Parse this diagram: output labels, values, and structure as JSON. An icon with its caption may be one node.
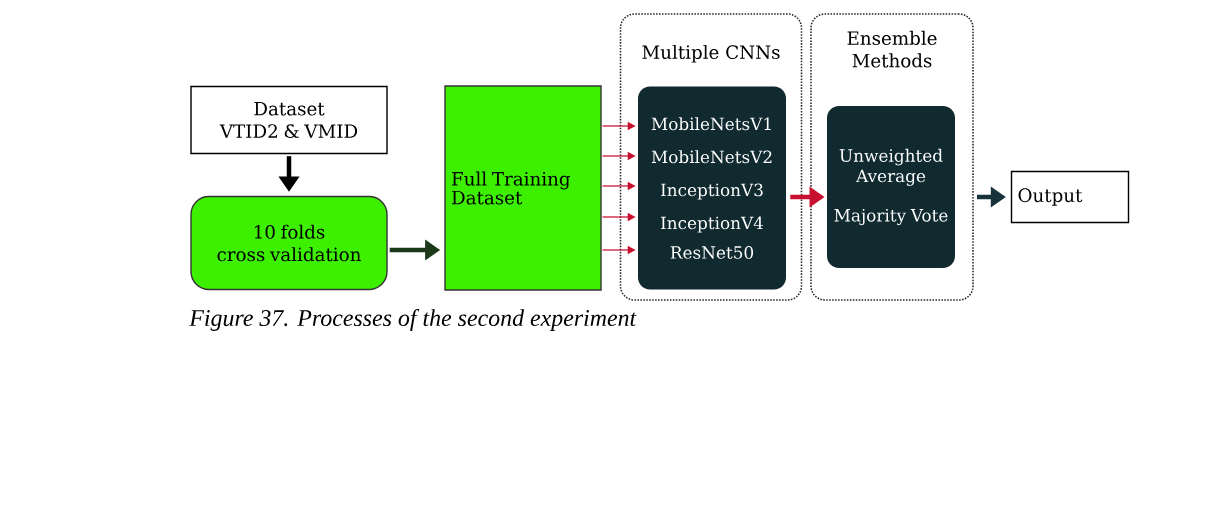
{
  "diagram": {
    "caption": "Figure 37. Processes of the second experiment",
    "nodes": [
      {
        "text": [
          "Dataset VTID2 & VMID"
        ]
      },
      {
        "text": [
          "10 folds cross validation"
        ]
      },
      {
        "text": [
          "Full Training Dataset"
        ]
      },
      {
        "text": [
          "Multiple CNNs"
        ]
      },
      {
        "text": [
          "MobileNetsV1",
          "MobileNetsV2",
          "InceptionV3",
          "InceptionV4",
          "ResNet50"
        ],
        "in": 3
      },
      {
        "text": [
          "Ensemble Methods"
        ]
      },
      {
        "text": [
          "Unweighted Average",
          "Majority Vote"
        ],
        "in": 5
      },
      {
        "text": [
          "Output"
        ]
      }
    ],
    "edges": [
      {
        "from": 0,
        "to": 1,
        "arrow": "to",
        "style": "thick",
        "color": "#000000"
      },
      {
        "from": 1,
        "to": 2,
        "arrow": "to",
        "style": "thick",
        "color": "#1c3a1a"
      },
      {
        "from": 2,
        "to": 4,
        "arrow": "to"
      },
      {
        "from": 2,
        "to": 4,
        "arrow": "to"
      },
      {
        "from": 2,
        "to": 4,
        "arrow": "to"
      },
      {
        "from": 2,
        "to": 4,
        "arrow": "to"
      },
      {
        "from": 2,
        "to": 4,
        "arrow": "to"
      },
      {
        "from": 4,
        "to": 6,
        "arrow": "to",
        "style": "thick"
      },
      {
        "from": 5,
        "to": 7,
        "arrow": "to",
        "style": "thick",
        "color": "#17323a"
      }
    ]
  }
}
